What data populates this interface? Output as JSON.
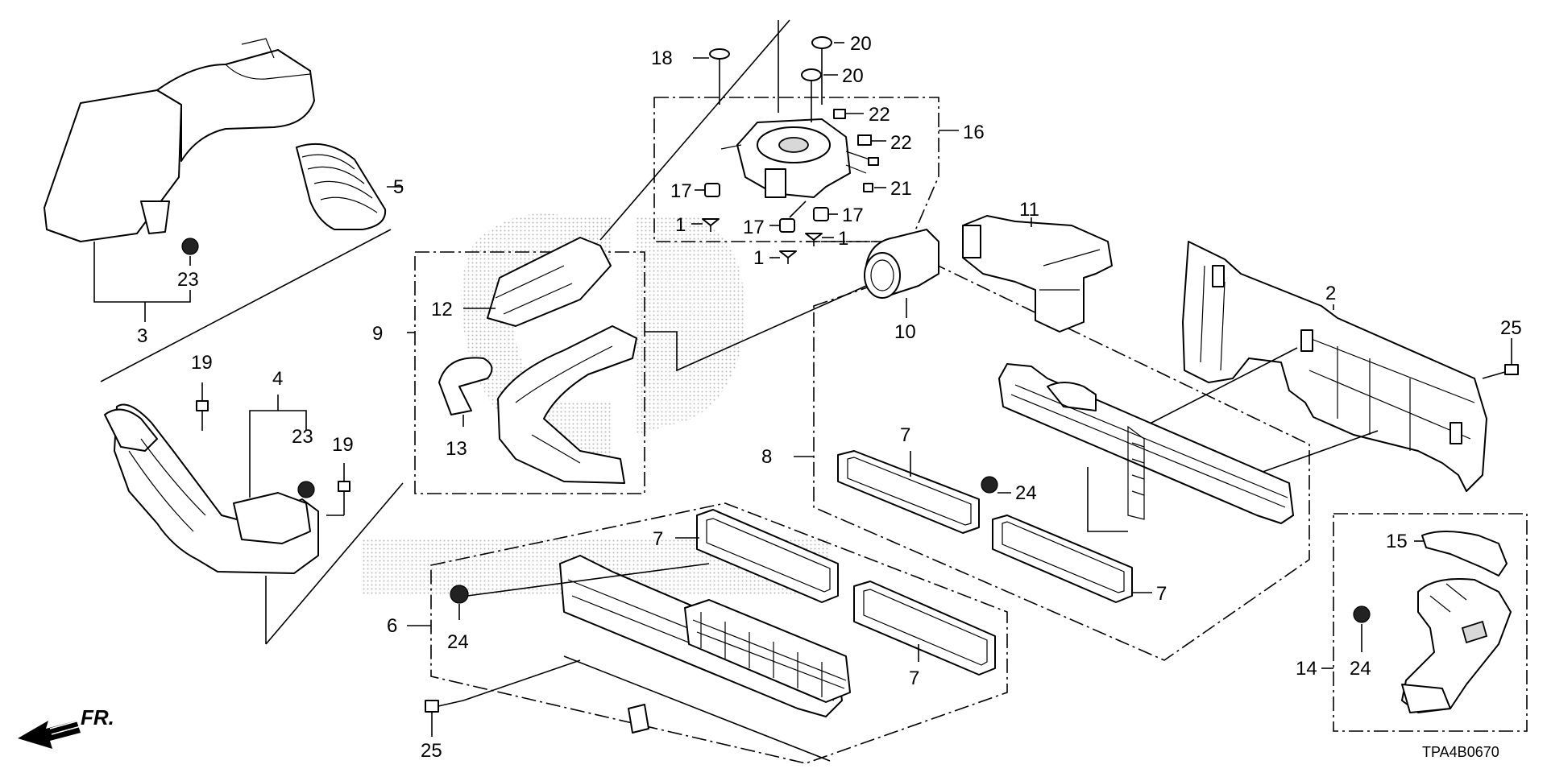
{
  "diagram": {
    "code": "TPA4B0670",
    "front_indicator": "FR.",
    "callouts": {
      "c1a": "1",
      "c1b": "1",
      "c1c": "1",
      "c2": "2",
      "c3": "3",
      "c4": "4",
      "c5": "5",
      "c6": "6",
      "c7a": "7",
      "c7b": "7",
      "c7c": "7",
      "c7d": "7",
      "c8": "8",
      "c9": "9",
      "c10": "10",
      "c11": "11",
      "c12": "12",
      "c13": "13",
      "c14": "14",
      "c15": "15",
      "c16": "16",
      "c17a": "17",
      "c17b": "17",
      "c17c": "17",
      "c18": "18",
      "c19a": "19",
      "c19b": "19",
      "c20a": "20",
      "c20b": "20",
      "c21": "21",
      "c22a": "22",
      "c22b": "22",
      "c23a": "23",
      "c23b": "23",
      "c24a": "24",
      "c24b": "24",
      "c24c": "24",
      "c25a": "25",
      "c25b": "25"
    }
  }
}
